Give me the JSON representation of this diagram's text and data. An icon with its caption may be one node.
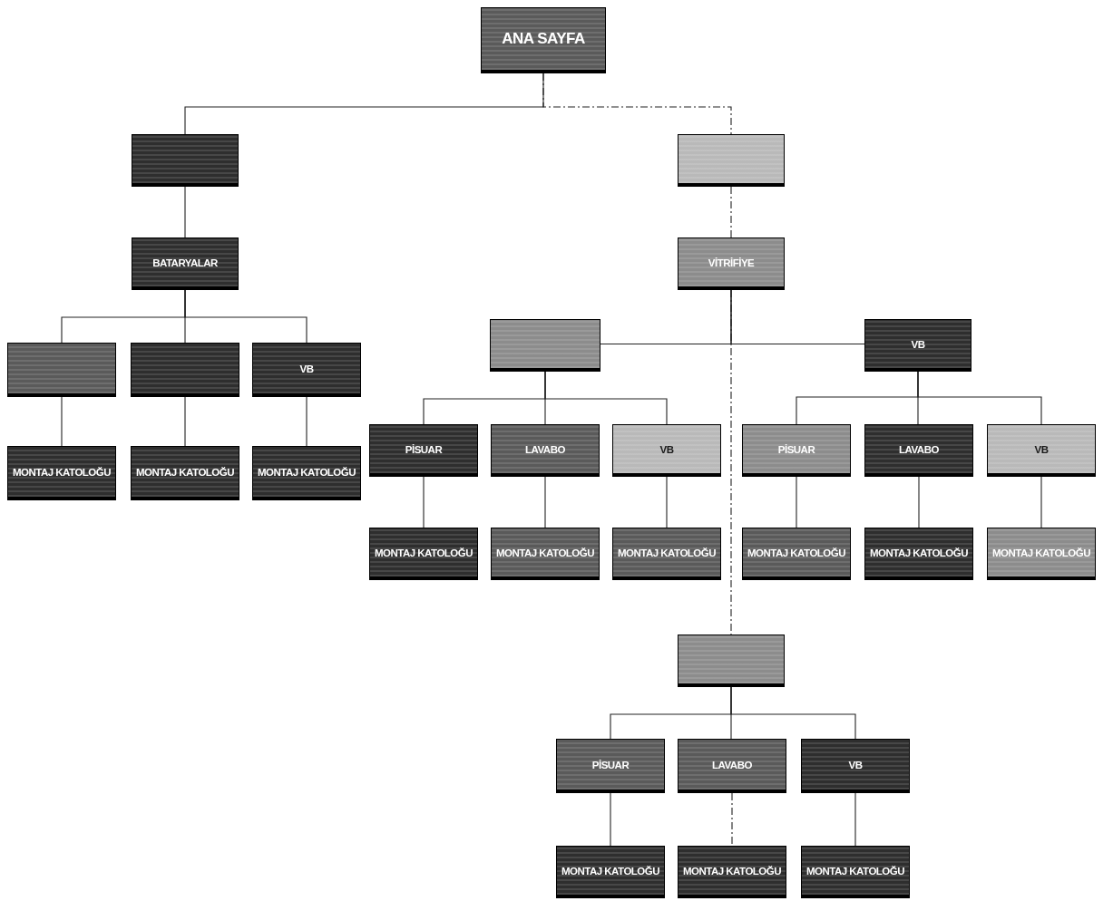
{
  "diagram": {
    "nodes": [
      {
        "text": [
          "ANA SAYFA"
        ]
      },
      {
        "text": [],
        "shape": "box"
      },
      {
        "text": [
          "BATARYALAR"
        ]
      },
      {
        "text": [],
        "shape": "box"
      },
      {
        "text": [],
        "shape": "box"
      },
      {
        "text": [
          "VB"
        ]
      },
      {
        "text": [
          "MONTAJ KATOLOĞU"
        ]
      },
      {
        "text": [
          "MONTAJ KATOLOĞU"
        ]
      },
      {
        "text": [
          "MONTAJ KATOLOĞU"
        ]
      },
      {
        "text": [],
        "shape": "box"
      },
      {
        "text": [
          "VİTRİFİYE"
        ]
      },
      {
        "text": [],
        "shape": "box"
      },
      {
        "text": [
          "VB"
        ]
      },
      {
        "text": [
          "PİSUAR"
        ]
      },
      {
        "text": [
          "LAVABO"
        ]
      },
      {
        "text": [
          "VB"
        ]
      },
      {
        "text": [
          "PİSUAR"
        ]
      },
      {
        "text": [
          "LAVABO"
        ]
      },
      {
        "text": [
          "VB"
        ]
      },
      {
        "text": [
          "MONTAJ KATOLOĞU"
        ]
      },
      {
        "text": [
          "MONTAJ KATOLOĞU"
        ]
      },
      {
        "text": [
          "MONTAJ KATOLOĞU"
        ]
      },
      {
        "text": [
          "MONTAJ KATOLOĞU"
        ]
      },
      {
        "text": [
          "MONTAJ KATOLOĞU"
        ]
      },
      {
        "text": [
          "MONTAJ KATOLOĞU"
        ]
      },
      {
        "text": [],
        "shape": "box"
      },
      {
        "text": [
          "PİSUAR"
        ]
      },
      {
        "text": [
          "LAVABO"
        ]
      },
      {
        "text": [
          "VB"
        ]
      },
      {
        "text": [
          "MONTAJ KATOLOĞU"
        ]
      },
      {
        "text": [
          "MONTAJ KATOLOĞU"
        ]
      },
      {
        "text": [
          "MONTAJ KATOLOĞU"
        ]
      }
    ],
    "edges": [
      {
        "from": 0,
        "to": 1,
        "arrow": "none"
      },
      {
        "from": 0,
        "to": 9,
        "arrow": "none",
        "style": "dashed"
      },
      {
        "from": 1,
        "to": 2,
        "arrow": "none"
      },
      {
        "from": 2,
        "to": 3,
        "arrow": "none"
      },
      {
        "from": 2,
        "to": 4,
        "arrow": "none"
      },
      {
        "from": 2,
        "to": 5,
        "arrow": "none"
      },
      {
        "from": 3,
        "to": 6,
        "arrow": "none"
      },
      {
        "from": 4,
        "to": 7,
        "arrow": "none"
      },
      {
        "from": 5,
        "to": 8,
        "arrow": "none"
      },
      {
        "from": 9,
        "to": 10,
        "arrow": "none",
        "style": "dashed"
      },
      {
        "from": 10,
        "to": 11,
        "arrow": "none"
      },
      {
        "from": 10,
        "to": 12,
        "arrow": "none"
      },
      {
        "from": 11,
        "to": 13,
        "arrow": "none"
      },
      {
        "from": 11,
        "to": 14,
        "arrow": "none"
      },
      {
        "from": 11,
        "to": 15,
        "arrow": "none"
      },
      {
        "from": 12,
        "to": 16,
        "arrow": "none"
      },
      {
        "from": 12,
        "to": 17,
        "arrow": "none"
      },
      {
        "from": 12,
        "to": 18,
        "arrow": "none"
      },
      {
        "from": 13,
        "to": 19,
        "arrow": "none"
      },
      {
        "from": 14,
        "to": 20,
        "arrow": "none"
      },
      {
        "from": 15,
        "to": 21,
        "arrow": "none"
      },
      {
        "from": 16,
        "to": 22,
        "arrow": "none"
      },
      {
        "from": 17,
        "to": 23,
        "arrow": "none"
      },
      {
        "from": 18,
        "to": 24,
        "arrow": "none"
      },
      {
        "from": 10,
        "to": 25,
        "arrow": "none",
        "style": "dashed"
      },
      {
        "from": 25,
        "to": 26,
        "arrow": "none"
      },
      {
        "from": 25,
        "to": 27,
        "arrow": "none"
      },
      {
        "from": 25,
        "to": 28,
        "arrow": "none"
      },
      {
        "from": 26,
        "to": 29,
        "arrow": "none"
      },
      {
        "from": 27,
        "to": 30,
        "arrow": "none",
        "style": "dashed"
      },
      {
        "from": 28,
        "to": 31,
        "arrow": "none"
      }
    ]
  }
}
